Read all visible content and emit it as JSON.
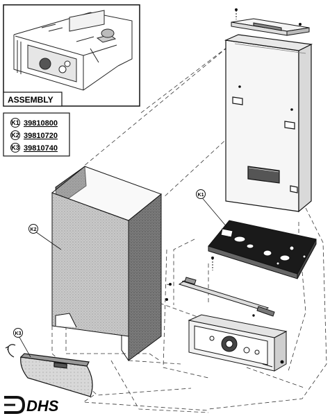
{
  "inset": {
    "label": "ASSEMBLY"
  },
  "legend": [
    {
      "key": "K1",
      "part_number": "39810800"
    },
    {
      "key": "K2",
      "part_number": "39810720"
    },
    {
      "key": "K3",
      "part_number": "39810740"
    }
  ],
  "callouts": {
    "k1": "K1",
    "k2": "K2",
    "k3": "K3"
  },
  "logo": {
    "text": "DHS"
  }
}
